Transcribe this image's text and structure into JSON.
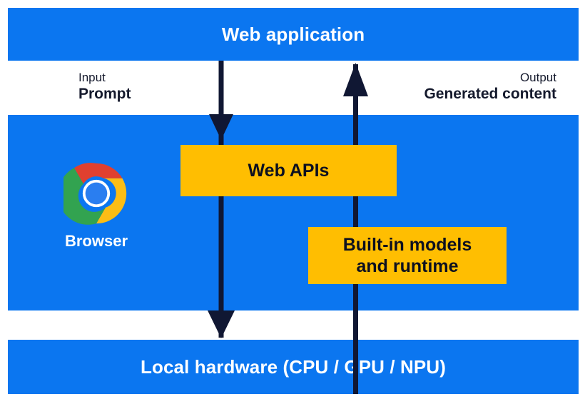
{
  "diagram": {
    "title_bar": {
      "label": "Web application"
    },
    "middle_layer": {
      "browser_label": "Browser",
      "browser_icon": "chrome-logo-icon"
    },
    "bottom_bar": {
      "label": "Local hardware (CPU / GPU / NPU)"
    },
    "flows": [
      {
        "kind": "Input",
        "value": "Prompt",
        "direction": "down",
        "icon": "arrow-down-icon"
      },
      {
        "kind": "Output",
        "value": "Generated content",
        "direction": "up",
        "icon": "arrow-up-icon"
      }
    ],
    "boxes": [
      {
        "label": "Web APIs"
      },
      {
        "label_line1": "Built-in models",
        "label_line2": "and runtime"
      }
    ],
    "colors": {
      "band_blue": "#0b76f0",
      "box_yellow": "#ffbe01",
      "arrow_navy": "#101733",
      "text_dark": "#151a2d",
      "text_light": "#ffffff",
      "background": "#ffffff"
    }
  }
}
